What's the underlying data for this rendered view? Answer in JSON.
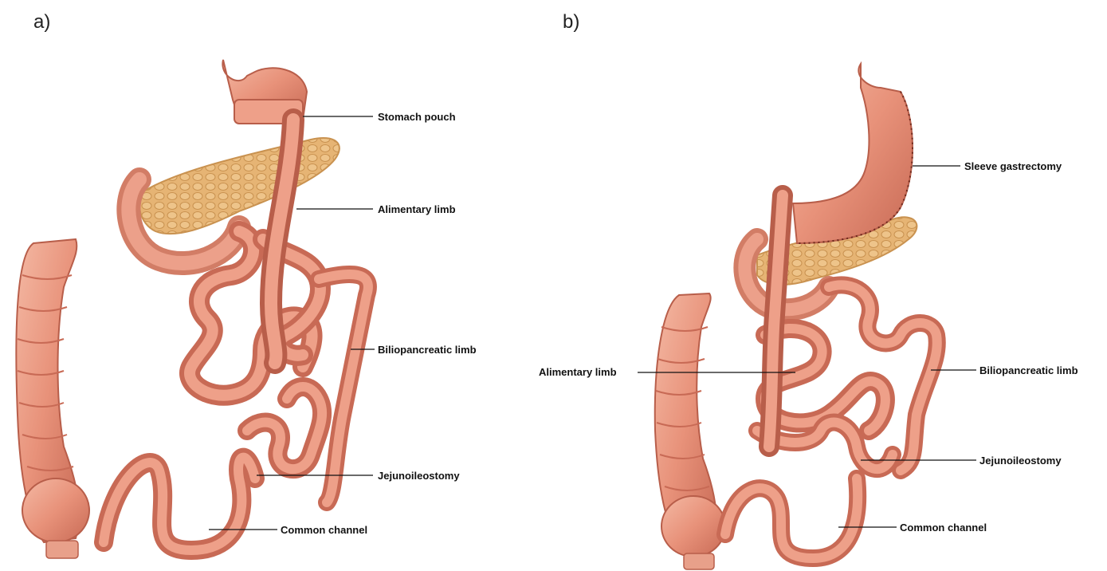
{
  "panels": {
    "a": {
      "letter": "a)",
      "labels": {
        "stomach_pouch": "Stomach pouch",
        "alimentary_limb": "Alimentary limb",
        "biliopancreatic_limb": "Biliopancreatic limb",
        "jejunoileostomy": "Jejunoileostomy",
        "common_channel": "Common channel"
      }
    },
    "b": {
      "letter": "b)",
      "labels": {
        "sleeve_gastrectomy": "Sleeve gastrectomy",
        "alimentary_limb": "Alimentary limb",
        "biliopancreatic_limb": "Biliopancreatic limb",
        "jejunoileostomy": "Jejunoileostomy",
        "common_channel": "Common channel"
      }
    }
  },
  "colors": {
    "bowel": "#e8927a",
    "bowel_dark": "#c86a55",
    "bowel_light": "#f4b9a4",
    "pancreas": "#e6b474",
    "pancreas_dark": "#c99250",
    "label": "#111111"
  }
}
